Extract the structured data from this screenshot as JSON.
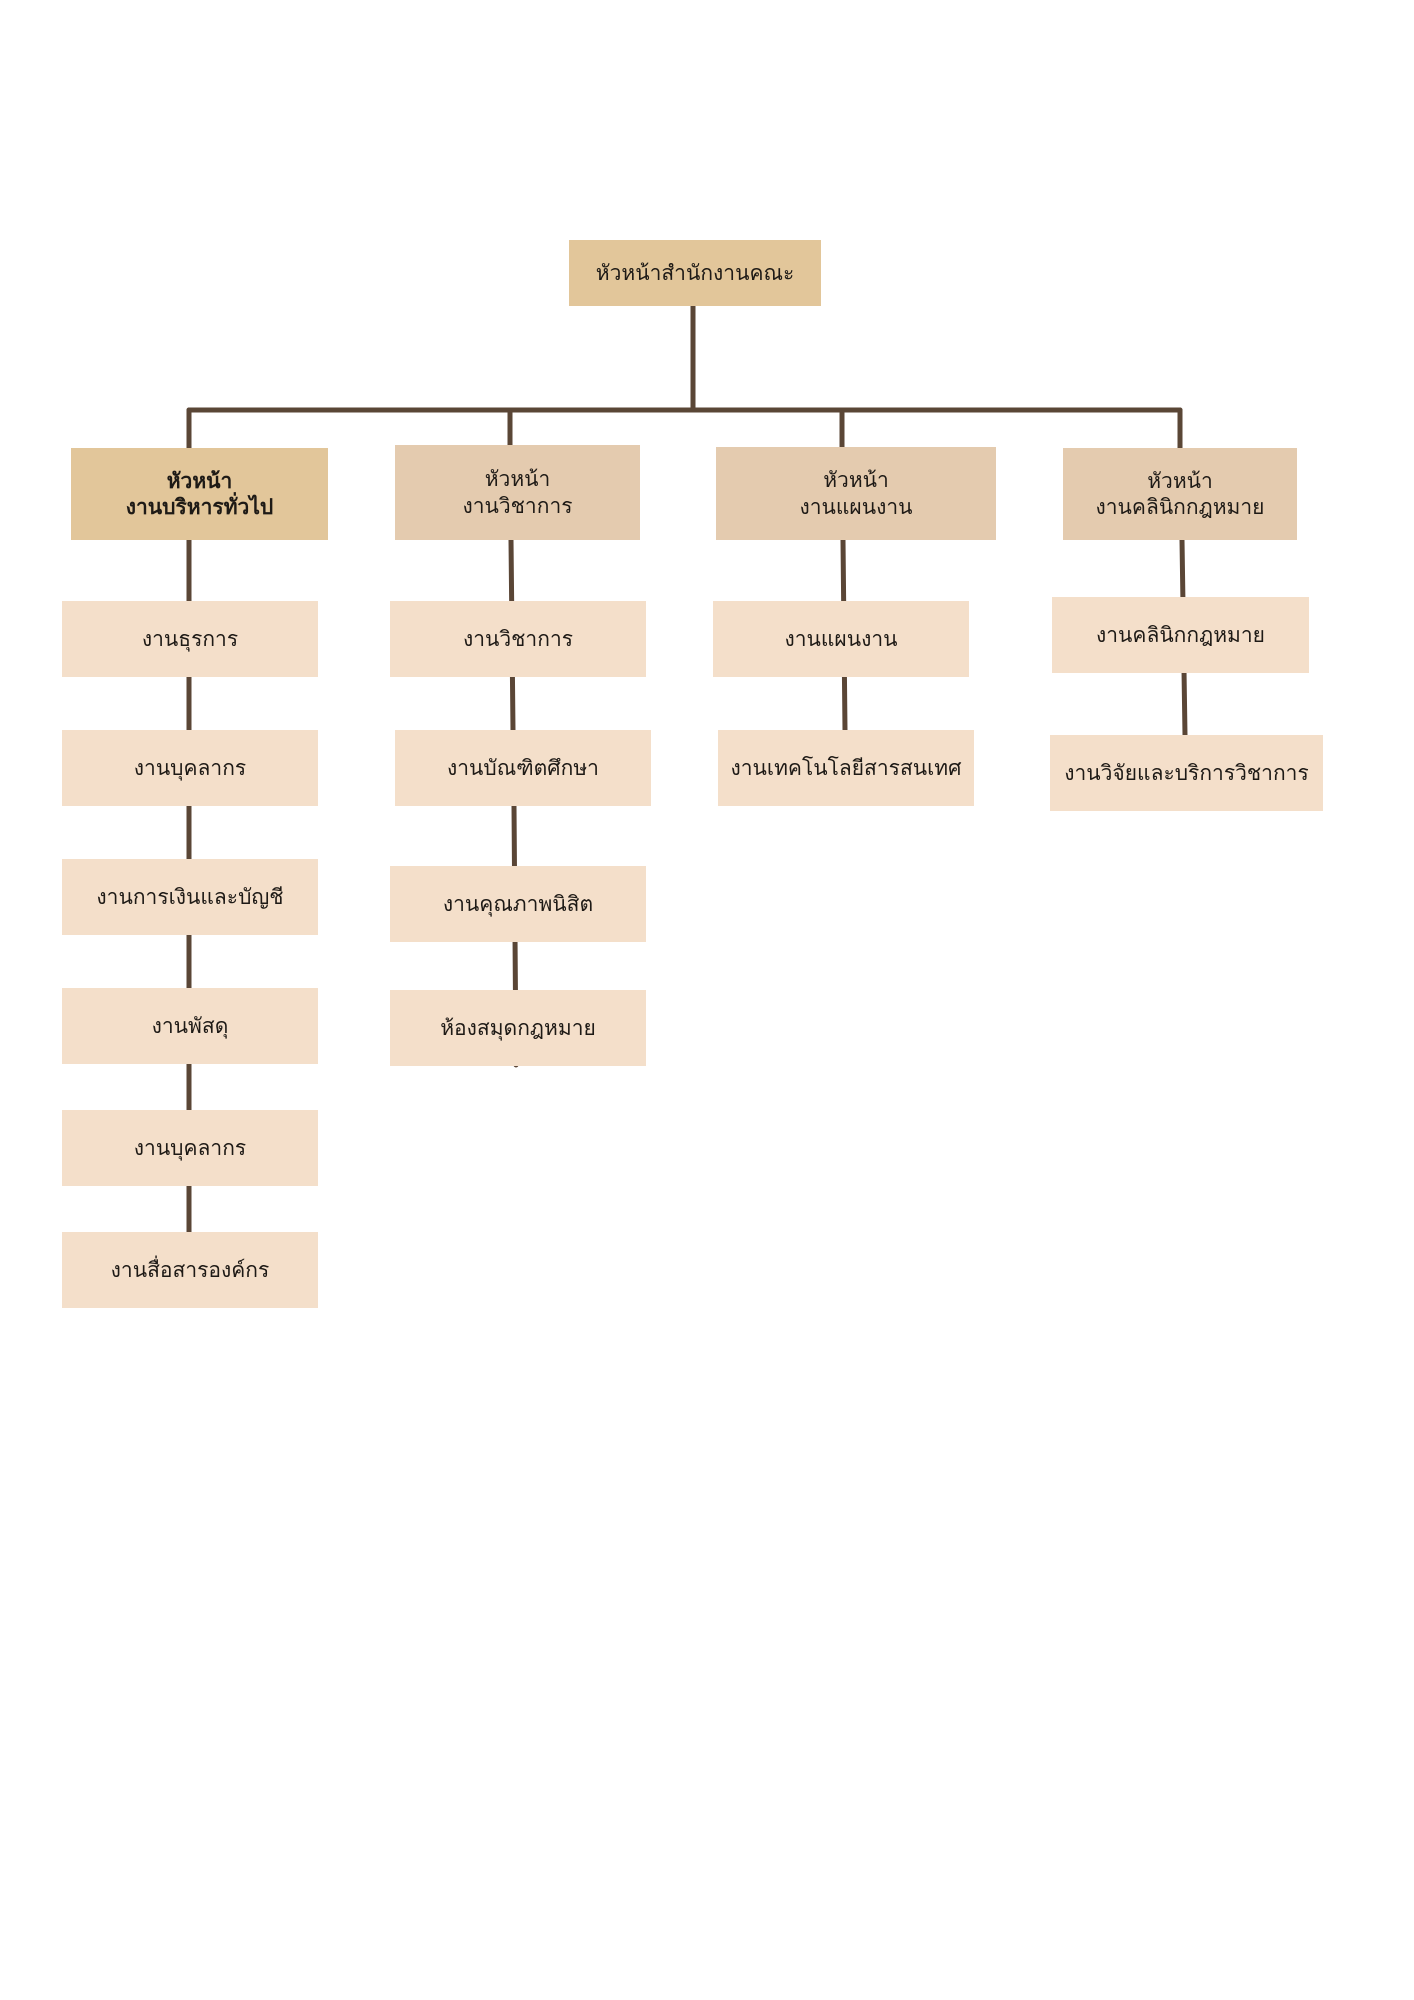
{
  "root": {
    "label": "หัวหน้าสำนักงานคณะ"
  },
  "colors": {
    "connector": "#5a4636",
    "root_fill": "#e2c69a",
    "head_fill": "#e4cbaf",
    "item_fill": "#f4dfca"
  },
  "columns": [
    {
      "head": {
        "line1": "หัวหน้า",
        "line2": "งานบริหารทั่วไป"
      },
      "items": [
        "งานธุรการ",
        "งานบุคลากร",
        "งานการเงินและบัญชี",
        "งานพัสดุ",
        "งานบุคลากร",
        "งานสื่อสารองค์กร"
      ]
    },
    {
      "head": {
        "line1": "หัวหน้า",
        "line2": "งานวิชาการ"
      },
      "items": [
        "งานวิชาการ",
        "งานบัณฑิตศึกษา",
        "งานคุณภาพนิสิต",
        "ห้องสมุดกฎหมาย"
      ]
    },
    {
      "head": {
        "line1": "หัวหน้า",
        "line2": "งานแผนงาน"
      },
      "items": [
        "งานแผนงาน",
        "งานเทคโนโลยีสารสนเทศ"
      ]
    },
    {
      "head": {
        "line1": "หัวหน้า",
        "line2": "งานคลินิกกฎหมาย"
      },
      "items": [
        "งานคลินิกกฎหมาย",
        "งานวิจัยและบริการวิชาการ"
      ]
    }
  ]
}
